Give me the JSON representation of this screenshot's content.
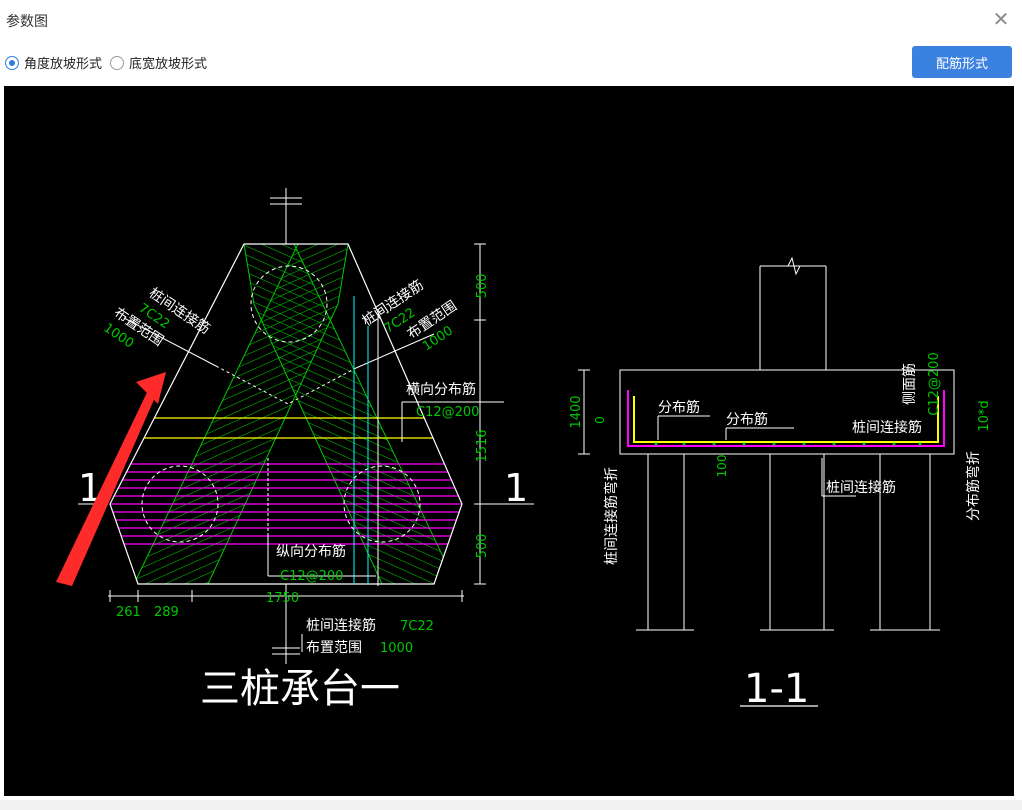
{
  "window": {
    "title": "参数图"
  },
  "toolbar": {
    "radio_options": [
      {
        "label": "角度放坡形式",
        "checked": true
      },
      {
        "label": "底宽放坡形式",
        "checked": false
      }
    ],
    "rebar_button": "配筋形式"
  },
  "drawing": {
    "plan": {
      "title": "三桩承台一",
      "section_mark": "1",
      "left_label": {
        "name": "桩间连接筋",
        "spec": "7C22",
        "range_label": "布置范围",
        "range": "1000"
      },
      "right_label": {
        "name": "桩间连接筋",
        "spec": "7C22",
        "range_label": "布置范围",
        "range": "1000"
      },
      "transverse": {
        "name": "横向分布筋",
        "spec": "C12@200"
      },
      "longitudinal": {
        "name": "纵向分布筋",
        "spec": "C12@200"
      },
      "bottom_label": {
        "name": "桩间连接筋",
        "spec": "7C22",
        "range_label": "布置范围",
        "range": "1000"
      },
      "dims": {
        "top": "500",
        "middle": "1516",
        "bottom": "500",
        "a": "261",
        "b": "289",
        "width": "1750"
      }
    },
    "section": {
      "title": "1-1",
      "dist_label1": "分布筋",
      "dist_label2": "分布筋",
      "side_label": "侧面筋",
      "side_spec": "C12@200",
      "conn_label": "桩间连接筋",
      "conn_label_bottom": "桩间连接筋",
      "left_vertical": "桩间连接筋弯折",
      "right_vertical": "分布筋弯折",
      "dim_height": "1400",
      "dim_zero": "0",
      "dim_100": "100",
      "dim_10d": "10*d"
    }
  },
  "colors": {
    "accent": "#3b82e0",
    "green": "#00c800",
    "magenta": "#ff00ff",
    "yellow": "#ffff00",
    "cyan": "#00ffff"
  }
}
